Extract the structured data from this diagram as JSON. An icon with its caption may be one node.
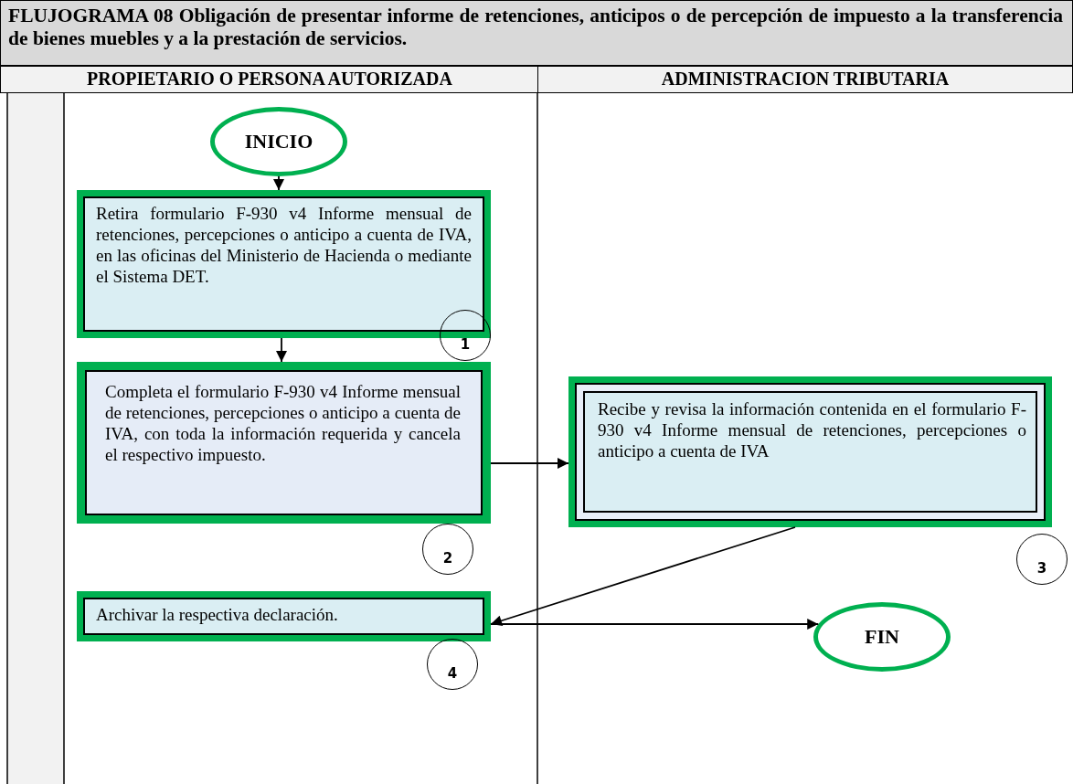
{
  "diagram": {
    "title": "FLUJOGRAMA 08 Obligación de presentar informe de retenciones, anticipos o de percepción de impuesto a la transferencia de bienes muebles y a la prestación de servicios.",
    "nodes": [
      {
        "text": [
          "INICIO"
        ]
      },
      {
        "text": [
          "Retira formulario F-930 v4 Informe mensual de retenciones, percepciones o anticipo a cuenta de IVA, en las oficinas del Ministerio de Hacienda o mediante el Sistema DET."
        ]
      },
      {
        "text": [
          "1"
        ]
      },
      {
        "text": [
          "Completa el formulario F-930 v4 Informe mensual de retenciones, percepciones o anticipo a cuenta de IVA, con toda la información requerida y cancela el respectivo impuesto."
        ]
      },
      {
        "text": [
          "2"
        ]
      },
      {
        "text": [
          "Recibe y revisa la información contenida en el formulario F-930 v4 Informe mensual de retenciones, percepciones o anticipo a cuenta de IVA"
        ]
      },
      {
        "text": [
          "3"
        ]
      },
      {
        "text": [
          "Archivar la respectiva declaración."
        ]
      },
      {
        "text": [
          "4"
        ]
      },
      {
        "text": [
          "FIN"
        ]
      }
    ],
    "edges": [
      {
        "from": 0,
        "to": 1,
        "arrow": "to"
      },
      {
        "from": 1,
        "to": 3,
        "arrow": "to"
      },
      {
        "from": 3,
        "to": 5,
        "arrow": "to"
      },
      {
        "from": 5,
        "to": 7,
        "arrow": "to"
      },
      {
        "from": 7,
        "to": 9,
        "arrow": "to"
      }
    ],
    "labels": [
      "PROPIETARIO O PERSONA AUTORIZADA",
      "ADMINISTRACION TRIBUTARIA"
    ]
  }
}
